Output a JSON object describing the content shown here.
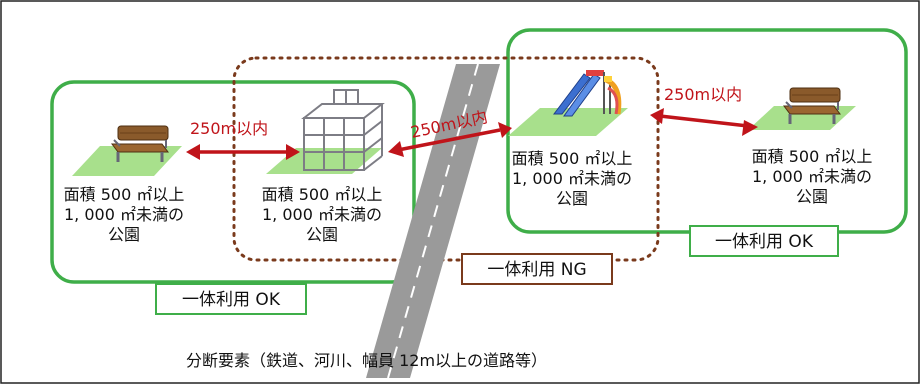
{
  "parks": [
    {
      "id": "p1",
      "item": "bench-icon",
      "lines": [
        "面積 500 ㎡以上",
        "1, 000 ㎡未満の",
        "公園"
      ]
    },
    {
      "id": "p2",
      "item": "jungle-gym-icon",
      "lines": [
        "面積 500 ㎡以上",
        "1, 000 ㎡未満の",
        "公園"
      ]
    },
    {
      "id": "p3",
      "item": "slide-icon",
      "lines": [
        "面積 500 ㎡以上",
        "1, 000 ㎡未満の",
        "公園"
      ]
    },
    {
      "id": "p4",
      "item": "bench-icon",
      "lines": [
        "面積 500 ㎡以上",
        "1, 000 ㎡未満の",
        "公園"
      ]
    }
  ],
  "distances": {
    "left": "250m以内",
    "middle": "250m以内",
    "right": "250m以内"
  },
  "groups": {
    "left_ok": "一体利用 OK",
    "right_ok": "一体利用 OK",
    "middle_ng": "一体利用 NG"
  },
  "divider_caption": "分断要素（鉄道、河川、幅員 12m以上の道路等）",
  "colors": {
    "ok_border": "#3fae49",
    "ng_border": "#7a3a1c",
    "arrow": "#c0141a",
    "grass": "#a8e08c",
    "road": "#9a9a9a"
  }
}
